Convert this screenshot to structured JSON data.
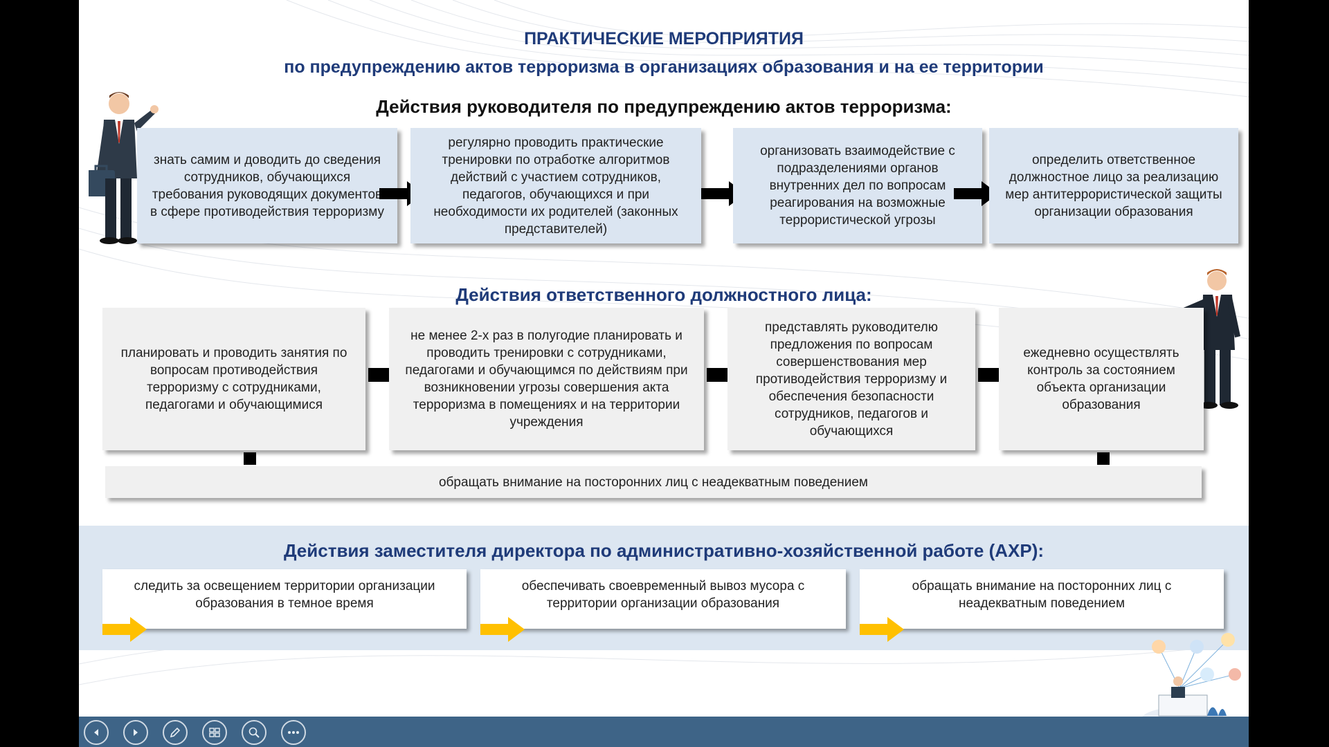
{
  "header": {
    "title_line1": "ПРАКТИЧЕСКИЕ МЕРОПРИЯТИЯ",
    "title_line2": "по предупреждению актов терроризма в организациях образования и на ее территории"
  },
  "section_head": {
    "heading": "Действия руководителя по предупреждению актов терроризма:",
    "steps": [
      "знать самим и доводить до сведения сотрудников, обучающихся требования руководящих документов в сфере противодействия терроризму",
      "регулярно проводить практические тренировки по отработке алгоритмов действий с участием сотрудников, педагогов, обучающихся и при необходимости их родителей (законных представителей)",
      "организовать взаимодействие с подразделениями органов внутренних дел по вопросам реагирования на возможные террористической угрозы",
      "определить ответственное должностное лицо за реализацию мер антитеррористической защиты организации образования"
    ]
  },
  "section_official": {
    "heading": "Действия ответственного должностного лица:",
    "steps": [
      "планировать и проводить занятия по вопросам противодействия терроризму с сотрудниками, педагогами и обучающимися",
      "не менее 2-х раз в полугодие планировать и проводить тренировки с сотрудниками, педагогами и обучающимся по действиям при возникновении угрозы совершения акта терроризма в помещениях и на территории учреждения",
      "представлять руководителю предложения по вопросам совершенствования мер противодействия терроризму и обеспечения безопасности сотрудников, педагогов и обучающихся",
      "ежедневно осуществлять контроль за состоянием объекта организации образования"
    ],
    "bottom": "обращать внимание на посторонних лиц с неадекватным поведением"
  },
  "section_deputy": {
    "heading": "Действия заместителя директора по административно-хозяйственной работе (АХР):",
    "steps": [
      "следить за освещением территории организации образования в темное время",
      "обеспечивать своевременный вывоз мусора с территории организации образования",
      "обращать внимание на посторонних лиц с неадекватным поведением"
    ]
  },
  "colors": {
    "title": "#1f3b79",
    "box_blue": "#dbe5f1",
    "box_gray": "#f0f0f0",
    "band": "#dce6f1",
    "toolbar": "#3e6487",
    "accent_arrow": "#ffc000"
  },
  "toolbar": {
    "buttons": [
      "previous-icon",
      "next-icon",
      "pen-icon",
      "slides-grid-icon",
      "zoom-icon",
      "more-icon"
    ]
  }
}
